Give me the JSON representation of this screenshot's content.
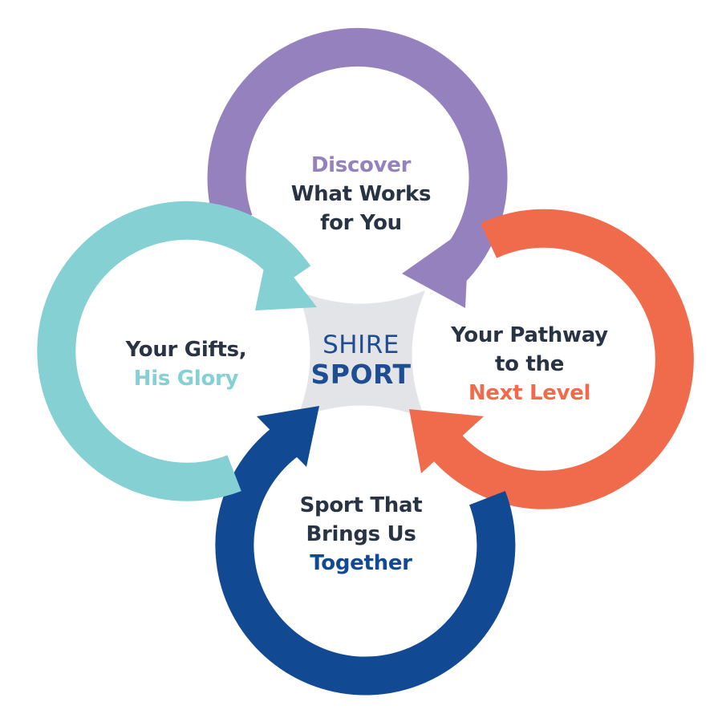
{
  "center": {
    "line1": "SHIRE",
    "line2": "SPORT"
  },
  "colors": {
    "purple": "#9481bd",
    "orange": "#f06b4c",
    "navy": "#114a93",
    "teal": "#85d0d3",
    "hub": "#e3e4e8",
    "text": "#283444",
    "center_text": "#1f4d91"
  },
  "cycle": [
    {
      "id": "top",
      "color": "purple",
      "lines": [
        {
          "text": "Discover",
          "accent": true
        },
        {
          "text": "What Works",
          "accent": false
        },
        {
          "text": "for You",
          "accent": false
        }
      ]
    },
    {
      "id": "right",
      "color": "orange",
      "lines": [
        {
          "text": "Your Pathway",
          "accent": false
        },
        {
          "text": "to the",
          "accent": false
        },
        {
          "text": "Next Level",
          "accent": true
        }
      ]
    },
    {
      "id": "bottom",
      "color": "navy",
      "lines": [
        {
          "text": "Sport That",
          "accent": false
        },
        {
          "text": "Brings Us",
          "accent": false
        },
        {
          "text": "Together",
          "accent": true
        }
      ]
    },
    {
      "id": "left",
      "color": "teal",
      "lines": [
        {
          "text": "Your Gifts,",
          "accent": false
        },
        {
          "text": "His Glory",
          "accent": true
        }
      ]
    }
  ]
}
